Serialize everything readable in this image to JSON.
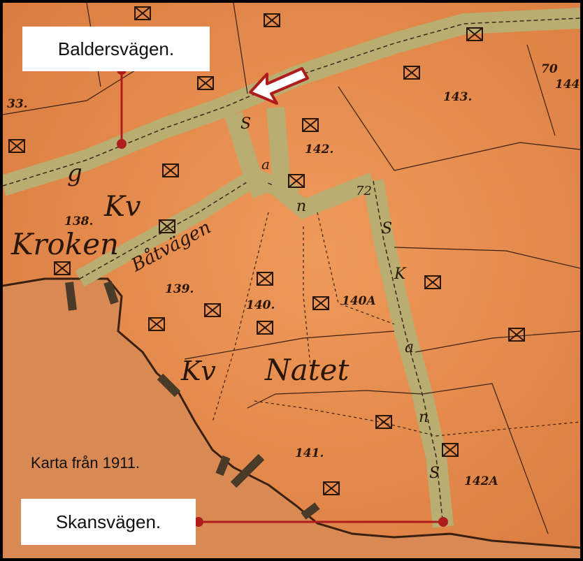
{
  "labels": {
    "balders": "Baldersvägen.",
    "skans": "Skansvägen.",
    "caption": "Karta från 1911."
  },
  "map_text": {
    "kv_kroken_prefix": "Kv",
    "kroken": "Kroken",
    "batvagen": "Båtvägen",
    "kv_natet_prefix": "Kv",
    "natet": "Natet",
    "road_g": "g",
    "road_s1": "S",
    "road_a": "a",
    "road_n": "n",
    "road_s2": "S",
    "road_k": "K",
    "road_a2": "a",
    "road_n2": "n",
    "road_s3": "S",
    "road_72": "72",
    "lot_33": "33.",
    "lot_70": "70",
    "lot_144": "144",
    "lot_143": "143.",
    "lot_142": "142.",
    "lot_138": "138.",
    "lot_139": "139.",
    "lot_140": "140.",
    "lot_140a": "140A",
    "lot_141": "141.",
    "lot_142a": "142A"
  },
  "colors": {
    "land": "#e4884a",
    "water": "#d88a52",
    "road": "#b9ad72",
    "pointer_line": "#b01c1c",
    "arrow": "#b01c1c"
  }
}
